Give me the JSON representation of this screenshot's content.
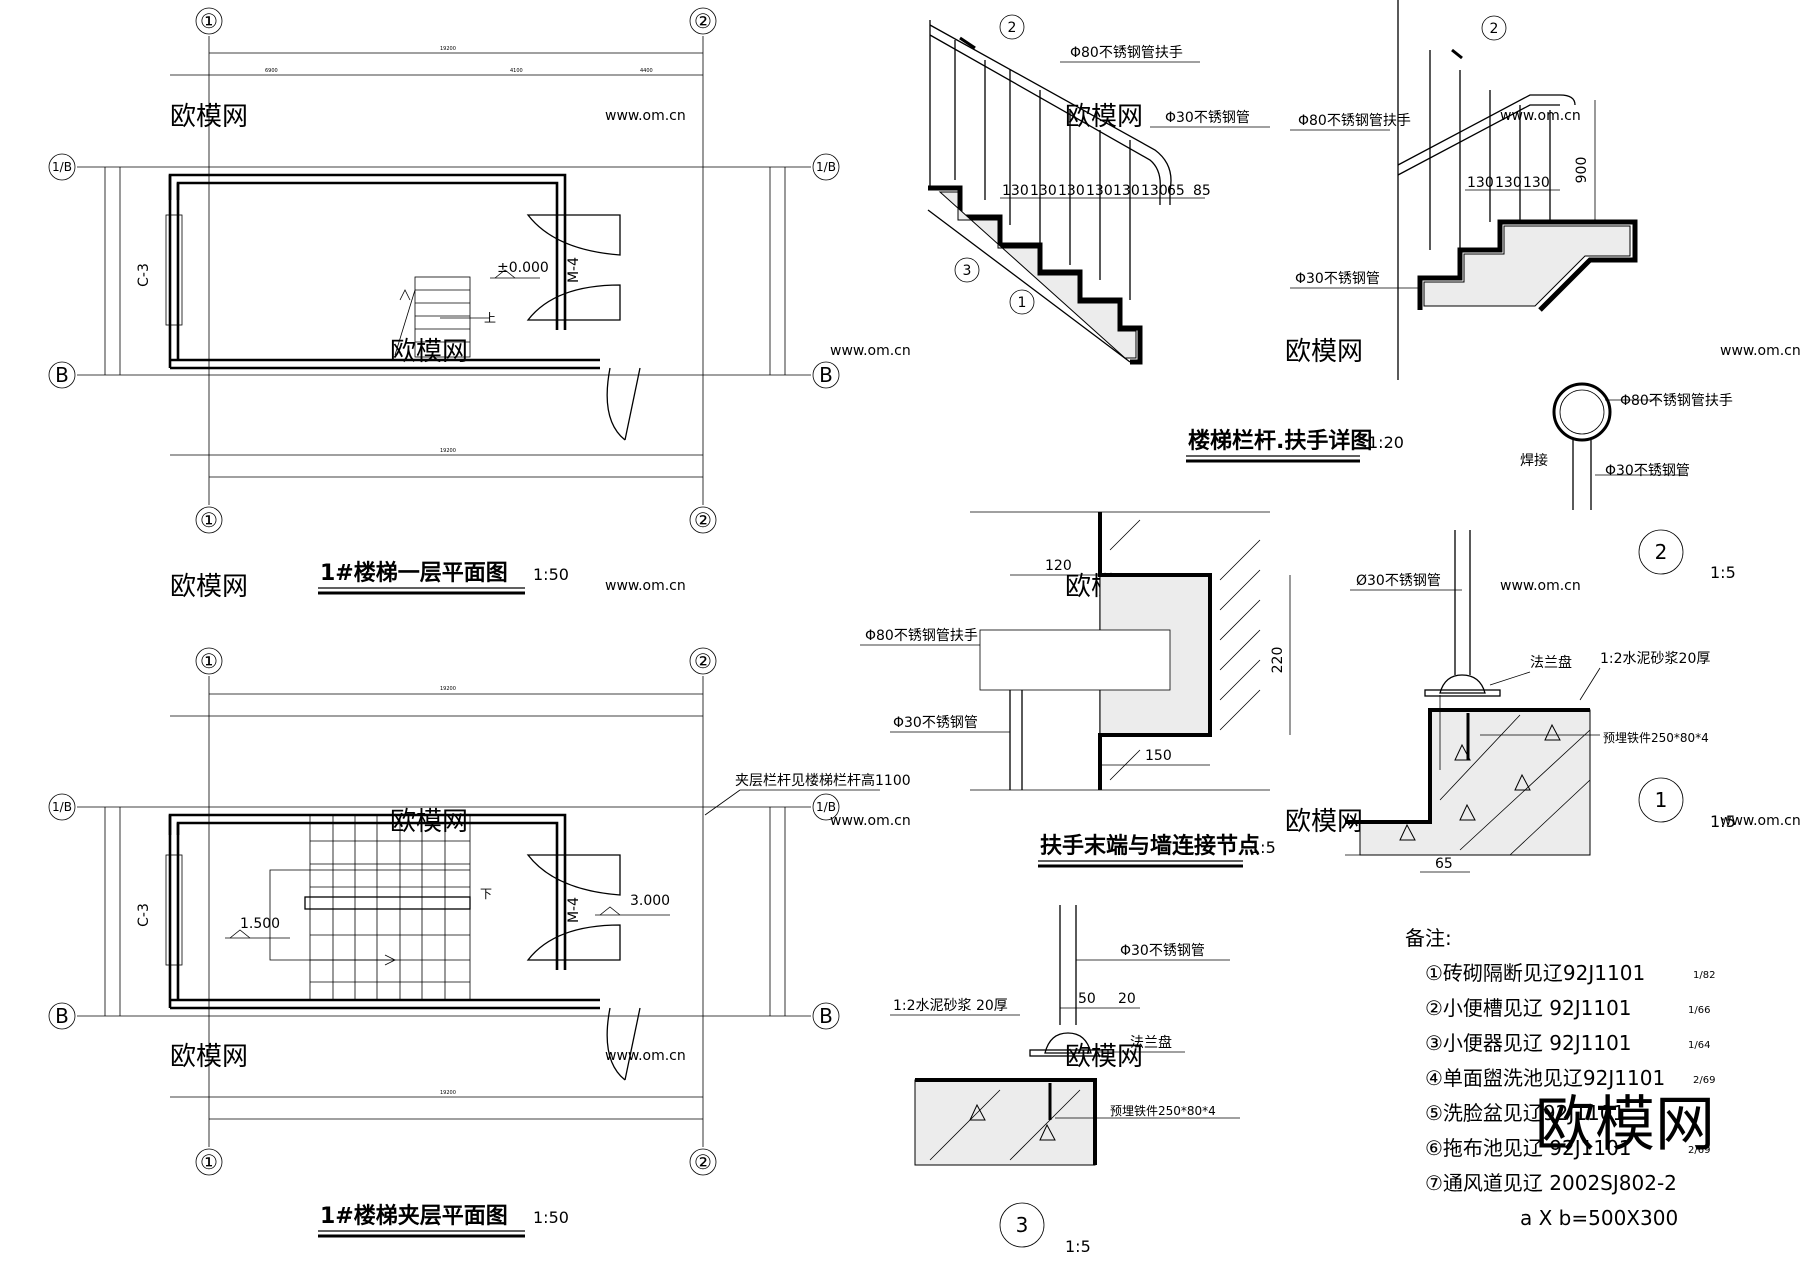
{
  "plans": {
    "p1": {
      "title": "1#楼梯一层平面图",
      "scale": "1:50",
      "elev": "±0.000",
      "up": "上",
      "door": "M-4",
      "window": "C-3"
    },
    "p2": {
      "title": "1#楼梯夹层平面图",
      "scale": "1:50",
      "elev1": "1.500",
      "elev2": "3.000",
      "down": "下",
      "door": "M-4",
      "window": "C-3",
      "rail_note": "夹层栏杆见楼梯栏杆高1100"
    },
    "axes": {
      "a1": "①",
      "a2": "②",
      "rowB": "B",
      "row1B": "1/B"
    }
  },
  "railing": {
    "title": "楼梯栏杆.扶手详图",
    "scale": "1:20",
    "handrail": "Φ80不锈钢管扶手",
    "post": "Φ30不锈钢管",
    "dims_left": [
      "130",
      "130",
      "130",
      "130",
      "130",
      "130",
      "65",
      "85"
    ],
    "dims_right": [
      "130",
      "130",
      "130"
    ],
    "height": "900",
    "marker1": "1",
    "marker2": "2",
    "marker3": "3"
  },
  "detail2": {
    "handrail": "Φ80不锈钢管扶手",
    "post": "Φ30不锈钢管",
    "weld": "焊接",
    "no": "2",
    "scale": "1:5"
  },
  "detail_wall": {
    "title": "扶手末端与墙连接节点",
    "scale": "1:5",
    "handrail": "Φ80不锈钢管扶手",
    "post": "Φ30不锈钢管",
    "d120": "120",
    "d220": "220",
    "d150": "150"
  },
  "detail1": {
    "post": "Ø30不锈钢管",
    "flange": "法兰盘",
    "mortar": "1:2水泥砂浆20厚",
    "embed": "预埋铁件250*80*4",
    "d65": "65",
    "no": "1",
    "scale": "1:5"
  },
  "detail3": {
    "post": "Φ30不锈钢管",
    "mortar": "1:2水泥砂浆 20厚",
    "flange": "法兰盘",
    "embed": "预埋铁件250*80*4",
    "d50": "50",
    "d20": "20",
    "no": "3",
    "scale": "1:5"
  },
  "notes": {
    "heading": "备注:",
    "items": [
      {
        "text": "①砖砌隔断见辽92J1101",
        "ref": "1/82"
      },
      {
        "text": "②小便槽见辽 92J1101",
        "ref": "1/66"
      },
      {
        "text": "③小便器见辽 92J1101",
        "ref": "1/64"
      },
      {
        "text": "④单面盥洗池见辽92J1101",
        "ref": "2/69"
      },
      {
        "text": "⑤洗脸盆见辽92J1101",
        "ref": ""
      },
      {
        "text": "⑥拖布池见辽 92J1101",
        "ref": "2/69"
      },
      {
        "text": "⑦通风道见辽 2002SJ802-2",
        "ref": ""
      }
    ],
    "formula": "a X b=500X300"
  },
  "watermark": {
    "text": "欧模网",
    "url": "www.om.cn",
    "big": "欧模网"
  }
}
